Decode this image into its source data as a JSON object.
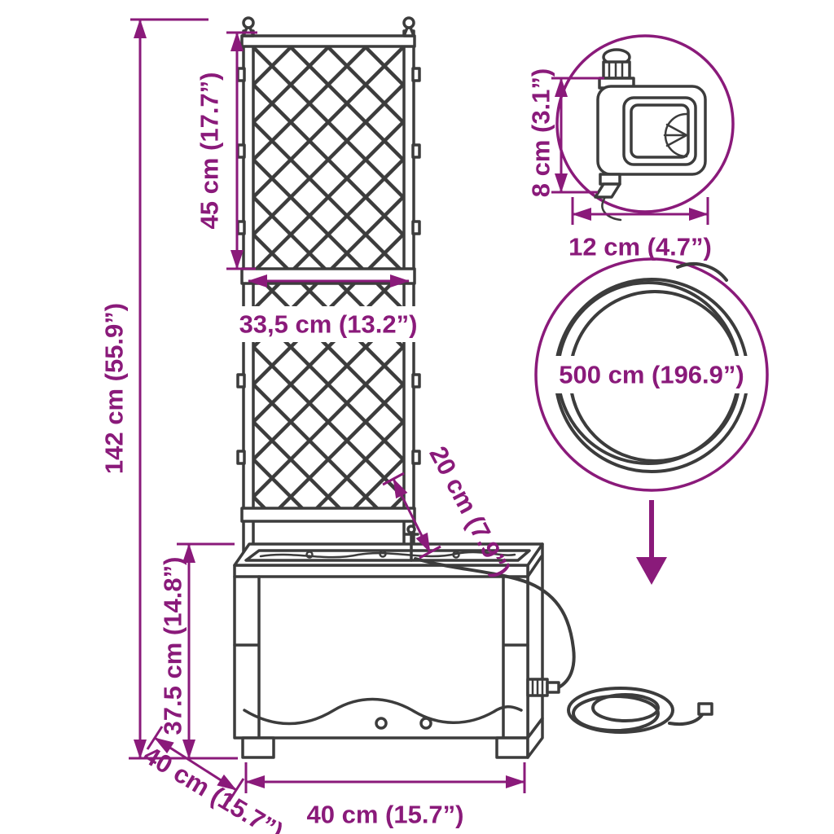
{
  "colors": {
    "accent": "#8a1a7a",
    "line": "#3c3c3c",
    "bg": "#ffffff"
  },
  "labels": {
    "total_height": "142 cm (55.9”)",
    "trellis_height": "45 cm (17.7”)",
    "trellis_width": "33,5 cm (13.2”)",
    "planter_height": "37.5 cm (14.8”)",
    "planter_depth": "40 cm (15.7”)",
    "planter_width": "40 cm (15.7”)",
    "sprinkler_height": "20 cm (7.9”)",
    "timer_height": "8 cm (3.1”)",
    "timer_width": "12 cm (4.7”)",
    "hose_length": "500 cm (196.9”)"
  },
  "icons": {
    "down_arrow": "triangle-down"
  }
}
